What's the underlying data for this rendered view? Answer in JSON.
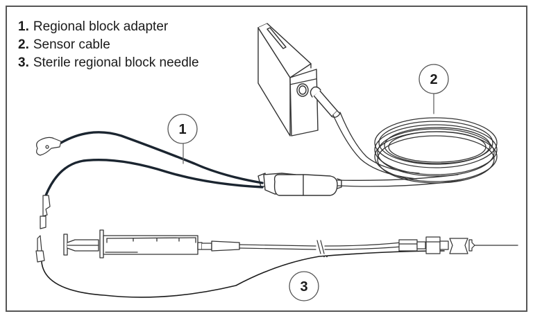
{
  "legend": {
    "items": [
      {
        "number": "1.",
        "label": "Regional block adapter"
      },
      {
        "number": "2.",
        "label": "Sensor cable"
      },
      {
        "number": "3.",
        "label": "Sterile regional block needle"
      }
    ]
  },
  "callouts": [
    {
      "number": "1",
      "refers_to": "Regional block adapter"
    },
    {
      "number": "2",
      "refers_to": "Sensor cable"
    },
    {
      "number": "3",
      "refers_to": "Sterile regional block needle"
    }
  ],
  "colors": {
    "frame": "#555555",
    "line": "#333333",
    "cable_dark": "#1b2530",
    "text": "#1a1a1a"
  },
  "components": {
    "monitor_module": "monitor-module",
    "sensor_cable_coil": "cable-coil",
    "adapter_connector": "adapter-connector",
    "alligator_clip": "alligator-clip",
    "pin_connector": "pin-connector",
    "syringe": "syringe",
    "needle": "needle"
  }
}
